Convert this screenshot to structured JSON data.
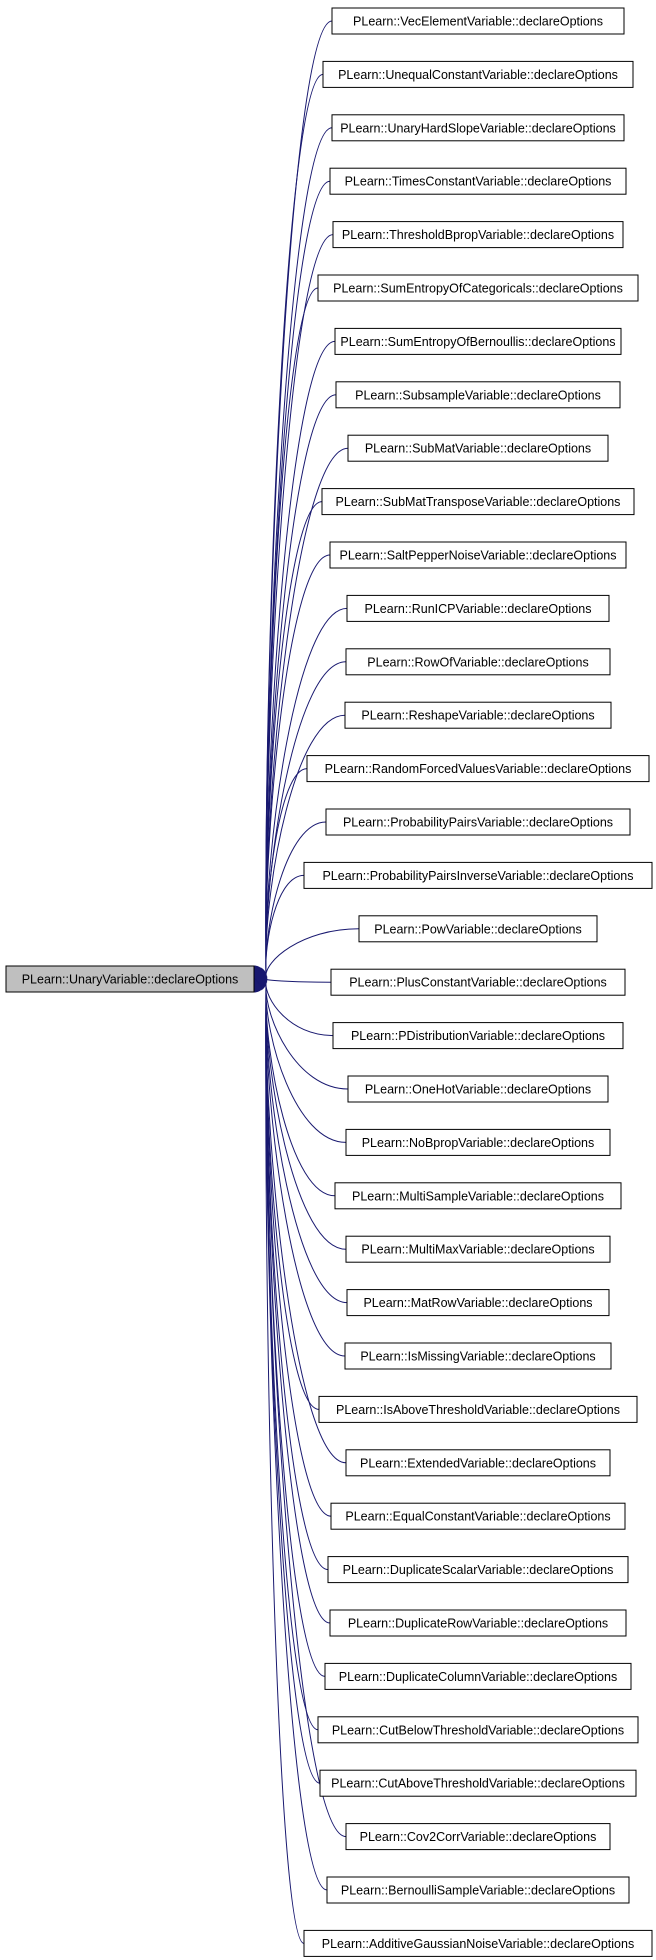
{
  "graph": {
    "root": {
      "label": "PLearn::UnaryVariable::declareOptions"
    },
    "children": [
      {
        "label": "PLearn::VecElementVariable::declareOptions"
      },
      {
        "label": "PLearn::UnequalConstantVariable::declareOptions"
      },
      {
        "label": "PLearn::UnaryHardSlopeVariable::declareOptions"
      },
      {
        "label": "PLearn::TimesConstantVariable::declareOptions"
      },
      {
        "label": "PLearn::ThresholdBpropVariable::declareOptions"
      },
      {
        "label": "PLearn::SumEntropyOfCategoricals::declareOptions"
      },
      {
        "label": "PLearn::SumEntropyOfBernoullis::declareOptions"
      },
      {
        "label": "PLearn::SubsampleVariable::declareOptions"
      },
      {
        "label": "PLearn::SubMatVariable::declareOptions"
      },
      {
        "label": "PLearn::SubMatTransposeVariable::declareOptions"
      },
      {
        "label": "PLearn::SaltPepperNoiseVariable::declareOptions"
      },
      {
        "label": "PLearn::RunICPVariable::declareOptions"
      },
      {
        "label": "PLearn::RowOfVariable::declareOptions"
      },
      {
        "label": "PLearn::ReshapeVariable::declareOptions"
      },
      {
        "label": "PLearn::RandomForcedValuesVariable::declareOptions"
      },
      {
        "label": "PLearn::ProbabilityPairsVariable::declareOptions"
      },
      {
        "label": "PLearn::ProbabilityPairsInverseVariable::declareOptions"
      },
      {
        "label": "PLearn::PowVariable::declareOptions"
      },
      {
        "label": "PLearn::PlusConstantVariable::declareOptions"
      },
      {
        "label": "PLearn::PDistributionVariable::declareOptions"
      },
      {
        "label": "PLearn::OneHotVariable::declareOptions"
      },
      {
        "label": "PLearn::NoBpropVariable::declareOptions"
      },
      {
        "label": "PLearn::MultiSampleVariable::declareOptions"
      },
      {
        "label": "PLearn::MultiMaxVariable::declareOptions"
      },
      {
        "label": "PLearn::MatRowVariable::declareOptions"
      },
      {
        "label": "PLearn::IsMissingVariable::declareOptions"
      },
      {
        "label": "PLearn::IsAboveThresholdVariable::declareOptions"
      },
      {
        "label": "PLearn::ExtendedVariable::declareOptions"
      },
      {
        "label": "PLearn::EqualConstantVariable::declareOptions"
      },
      {
        "label": "PLearn::DuplicateScalarVariable::declareOptions"
      },
      {
        "label": "PLearn::DuplicateRowVariable::declareOptions"
      },
      {
        "label": "PLearn::DuplicateColumnVariable::declareOptions"
      },
      {
        "label": "PLearn::CutBelowThresholdVariable::declareOptions"
      },
      {
        "label": "PLearn::CutAboveThresholdVariable::declareOptions"
      },
      {
        "label": "PLearn::Cov2CorrVariable::declareOptions"
      },
      {
        "label": "PLearn::BernoulliSampleVariable::declareOptions"
      },
      {
        "label": "PLearn::AdditiveGaussianNoiseVariable::declareOptions"
      }
    ],
    "colors": {
      "edge": "#191970",
      "root_fill": "#bfbfbf",
      "node_fill": "#ffffff",
      "border": "#000000"
    }
  }
}
